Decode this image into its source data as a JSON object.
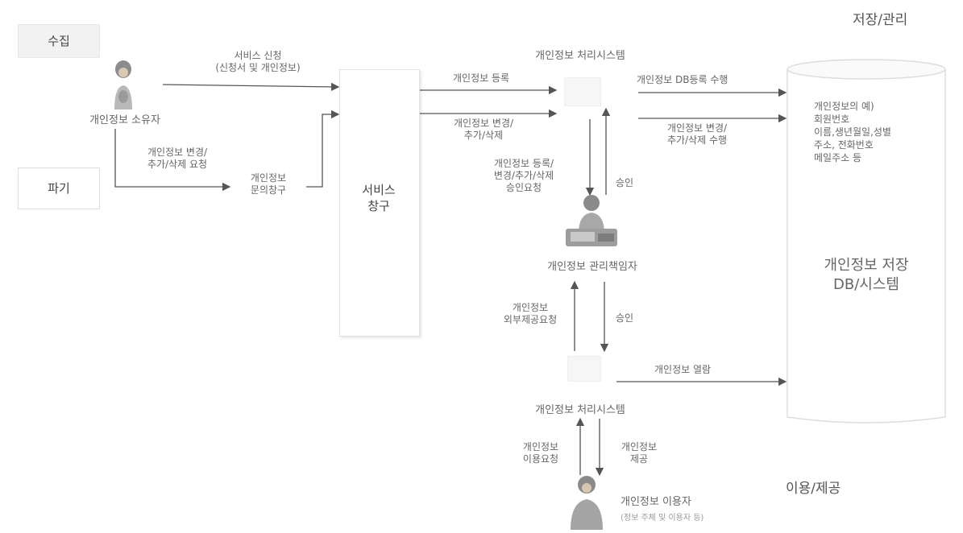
{
  "sections": {
    "collect": "수집",
    "destroy": "파기",
    "store": "저장/관리",
    "use": "이용/제공"
  },
  "actors": {
    "owner": "개인정보 소유자",
    "manager": "개인정보 관리책임자",
    "user": "개인정보 이용자",
    "user_sub": "(정보 주체 및 이용자 등)"
  },
  "service_window": "서비스\n창구",
  "systems": {
    "top": "개인정보 처리시스템",
    "bottom": "개인정보 처리시스템"
  },
  "db": {
    "examples": "개인정보의 예)\n회원번호\n이름,생년월일,성별\n주소, 전화번호\n메일주소 등",
    "title": "개인정보 저장\nDB/시스템"
  },
  "edges": {
    "service_request": "서비스 신청\n(신청서 및 개인정보)",
    "change_request": "개인정보 변경/\n추가/삭제 요청",
    "inquiry_window": "개인정보\n문의창구",
    "register": "개인정보 등록",
    "change": "개인정보 변경/\n추가/삭제",
    "db_register": "개인정보 DB등록 수행",
    "db_change": "개인정보 변경/\n추가/삭제 수행",
    "approval_request": "개인정보 등록/\n변경/추가/삭제\n승인요청",
    "approve1": "승인",
    "provide_request": "개인정보\n외부제공요청",
    "approve2": "승인",
    "view": "개인정보 열람",
    "use_request": "개인정보\n이용요청",
    "provide": "개인정보\n제공"
  }
}
